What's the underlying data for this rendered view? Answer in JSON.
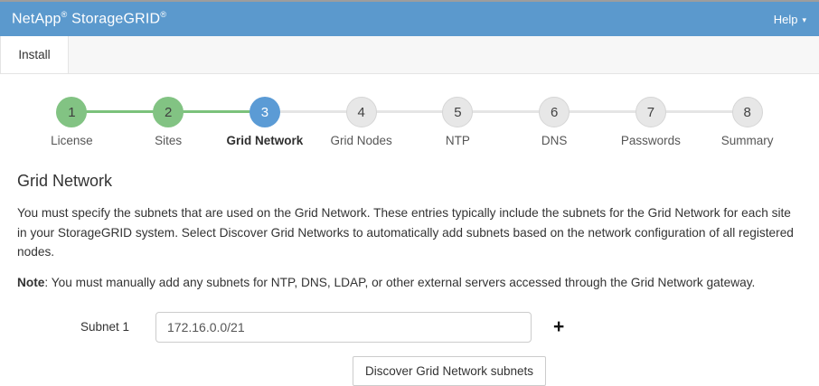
{
  "header": {
    "brand_netapp": "NetApp",
    "brand_reg1": "®",
    "brand_storagegrid": "StorageGRID",
    "brand_reg2": "®",
    "help_label": "Help"
  },
  "icons": {
    "caret_down": "▾",
    "plus": "+"
  },
  "tabs": {
    "install_label": "Install"
  },
  "wizard": {
    "steps": [
      {
        "number": "1",
        "label": "License",
        "state": "completed"
      },
      {
        "number": "2",
        "label": "Sites",
        "state": "completed"
      },
      {
        "number": "3",
        "label": "Grid Network",
        "state": "current"
      },
      {
        "number": "4",
        "label": "Grid Nodes",
        "state": "upcoming"
      },
      {
        "number": "5",
        "label": "NTP",
        "state": "upcoming"
      },
      {
        "number": "6",
        "label": "DNS",
        "state": "upcoming"
      },
      {
        "number": "7",
        "label": "Passwords",
        "state": "upcoming"
      },
      {
        "number": "8",
        "label": "Summary",
        "state": "upcoming"
      }
    ]
  },
  "main": {
    "title": "Grid Network",
    "intro": "You must specify the subnets that are used on the Grid Network. These entries typically include the subnets for the Grid Network for each site in your StorageGRID system. Select Discover Grid Networks to automatically add subnets based on the network configuration of all registered nodes.",
    "note_label": "Note",
    "note_text": ": You must manually add any subnets for NTP, DNS, LDAP, or other external servers accessed through the Grid Network gateway.",
    "form": {
      "subnet_label": "Subnet 1",
      "subnet_value": "172.16.0.0/21"
    },
    "discover_button": "Discover Grid Network subnets"
  },
  "colors": {
    "header_blue": "#5b99cd",
    "step_green": "#82c383",
    "step_current_blue": "#5b9bd5",
    "step_gray": "#e7e7e7"
  }
}
